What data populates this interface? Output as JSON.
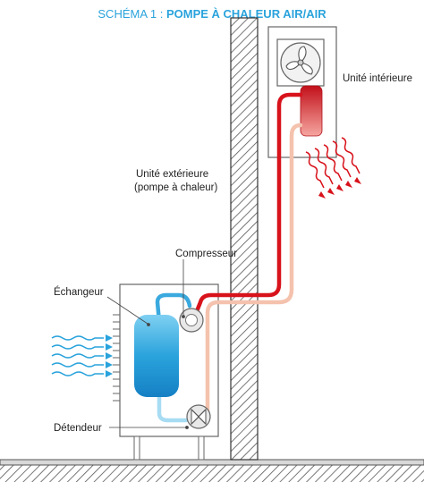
{
  "title": {
    "prefix": "SCHÉMA 1 : ",
    "main": "POMPE À CHALEUR AIR/AIR"
  },
  "labels": {
    "indoor_unit": "Unité intérieure",
    "outdoor_unit_line1": "Unité extérieure",
    "outdoor_unit_line2": "(pompe à chaleur)",
    "compressor": "Compresseur",
    "exchanger": "Échangeur",
    "expansion_valve": "Détendeur"
  },
  "colors": {
    "title": "#2aa3dc",
    "hot_line": "#d8121b",
    "cold_line": "#3aa9de",
    "return_line": "#f4c2ad",
    "cold_air": "#2aa3dc",
    "hot_air": "#d8121b",
    "wall_hatch": "#444444"
  }
}
